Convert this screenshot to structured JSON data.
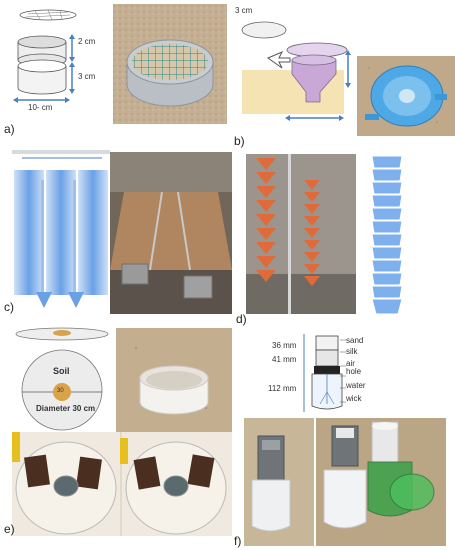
{
  "panels": {
    "a": {
      "label": "a)",
      "dims": {
        "top_height": "2 cm",
        "bottom_height": "3 cm",
        "diameter": "10- cm"
      }
    },
    "b": {
      "label": "b)",
      "dims": {
        "top": "3 cm"
      }
    },
    "c": {
      "label": "c)"
    },
    "d": {
      "label": "d)"
    },
    "e": {
      "label": "e)",
      "plate_label": "Soil",
      "center_value": "30",
      "diameter": "Diameter 30 cm"
    },
    "f": {
      "label": "f)",
      "layers": [
        {
          "height": "36 mm",
          "name": "sand"
        },
        {
          "height": "41 mm",
          "name": "silk"
        },
        {
          "height": "",
          "name": "air"
        },
        {
          "height": "",
          "name": "hole"
        },
        {
          "height": "112 mm",
          "name": "water"
        },
        {
          "height": "",
          "name": "wick"
        }
      ]
    }
  },
  "colors": {
    "arrow_blue": "#4a7fc1",
    "funnel_purple": "#c9a8d8",
    "sand_beige": "#f6e3b4",
    "strip_blue": "#6aa0e6",
    "orange_cone": "#e06a3a",
    "soil_disc": "#d9a34a"
  }
}
